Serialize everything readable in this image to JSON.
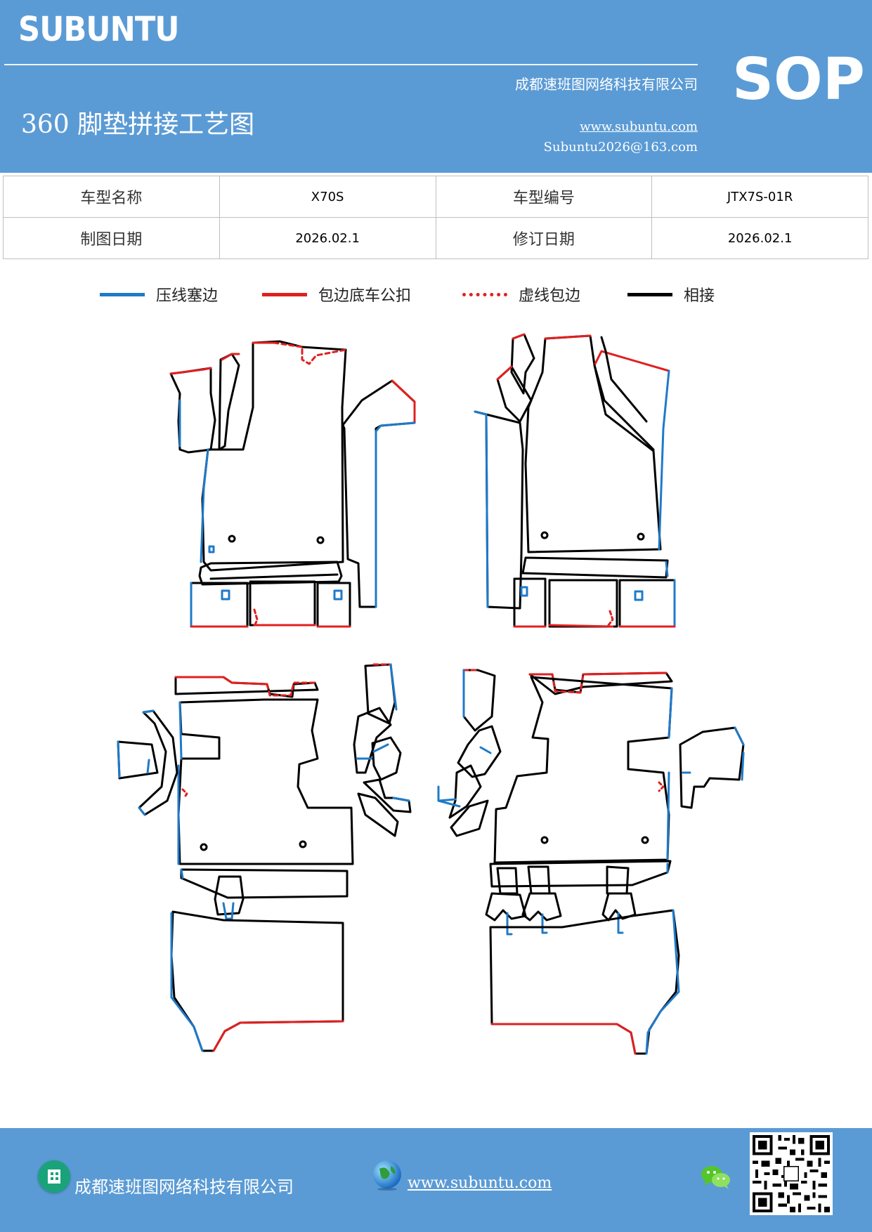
{
  "header": {
    "brand": "SUBUNTU",
    "company": "成都速班图网络科技有限公司",
    "title": "360 脚垫拼接工艺图",
    "website": "www.subuntu.com",
    "email": "Subuntu2026@163.com",
    "sop": "SOP",
    "color": "#5b9bd5"
  },
  "info_table": {
    "model_name_label": "车型名称",
    "model_name_value": "X70S",
    "model_code_label": "车型编号",
    "model_code_value": "JTX7S-01R",
    "draw_date_label": "制图日期",
    "draw_date_value": "2026.02.1",
    "revise_date_label": "修订日期",
    "revise_date_value": "2026.02.1"
  },
  "legend": [
    {
      "label": "压线塞边",
      "color": "#1f7ac8",
      "style": "solid"
    },
    {
      "label": "包边底车公扣",
      "color": "#e02020",
      "style": "solid"
    },
    {
      "label": "虚线包边",
      "color": "#e02020",
      "style": "dotted"
    },
    {
      "label": "相接",
      "color": "#000000",
      "style": "solid"
    }
  ],
  "footer": {
    "company": "成都速班图网络科技有限公司",
    "website": "www.subuntu.com",
    "icons": [
      "building-icon",
      "globe-icon",
      "wechat-icon",
      "qr-code"
    ]
  }
}
